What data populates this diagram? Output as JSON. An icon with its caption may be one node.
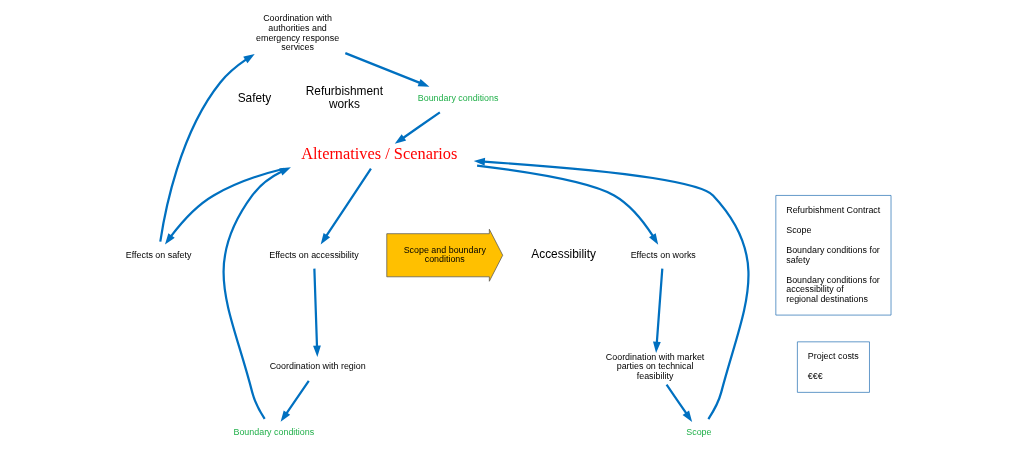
{
  "diagram": {
    "nodes": [
      {
        "text": [
          "Coordination with authorities and emergency response services"
        ]
      },
      {
        "text": [
          "Boundary conditions"
        ]
      },
      {
        "text": [
          "Effects on safety"
        ]
      },
      {
        "text": [
          "Effects on accessibility"
        ]
      },
      {
        "text": [
          "Scope"
        ]
      },
      {
        "text": [
          "Alternatives / Scenarios"
        ]
      },
      {
        "text": [
          "Coordination with market parties on technical feasibility"
        ]
      },
      {
        "text": [
          "Effects on works"
        ]
      },
      {
        "text": [
          "Boundary conditions"
        ]
      },
      {
        "text": [
          "Coordination with region"
        ]
      },
      {
        "text": [
          "Scope and boundary conditions"
        ]
      },
      {
        "text": [
          "Refurbishment Contract",
          "Scope",
          "Boundary conditions for safety",
          "Boundary conditions for accessibility of regional destinations"
        ]
      },
      {
        "text": [
          "Project costs",
          "€€€"
        ]
      }
    ],
    "edges": [
      {
        "from": 2,
        "to": 0,
        "arrow": "to"
      },
      {
        "from": 0,
        "to": 1,
        "arrow": "to"
      },
      {
        "from": 1,
        "to": 5,
        "arrow": "to"
      },
      {
        "from": 5,
        "to": 2,
        "arrow": "to"
      },
      {
        "from": 5,
        "to": 3,
        "arrow": "to"
      },
      {
        "from": 3,
        "to": 9,
        "arrow": "to"
      },
      {
        "from": 9,
        "to": 8,
        "arrow": "to"
      },
      {
        "from": 8,
        "to": 5,
        "arrow": "to"
      },
      {
        "from": 5,
        "to": 7,
        "arrow": "to"
      },
      {
        "from": 7,
        "to": 6,
        "arrow": "to"
      },
      {
        "from": 6,
        "to": 4,
        "arrow": "to"
      },
      {
        "from": 4,
        "to": 5,
        "arrow": "to"
      }
    ],
    "labels": [
      "Safety",
      "Refurbishment works",
      "Accessibility"
    ]
  }
}
